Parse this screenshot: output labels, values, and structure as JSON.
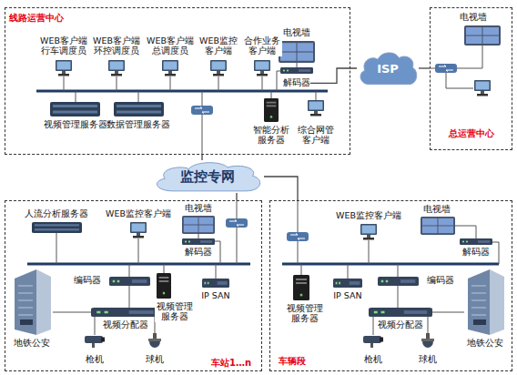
{
  "diagram": {
    "nodes": [
      {
        "text": [
          "线路运营中心"
        ]
      },
      {
        "text": [
          "WEB客户端 行车调度员"
        ],
        "in": 0
      },
      {
        "text": [
          "WEB客户端 环控调度员"
        ],
        "in": 0
      },
      {
        "text": [
          "WEB客户端 总调度员"
        ],
        "in": 0
      },
      {
        "text": [
          "WEB监控 客户端"
        ],
        "in": 0
      },
      {
        "text": [
          "合作业务 客户端"
        ],
        "in": 0
      },
      {
        "text": [
          "电视墙"
        ],
        "in": 0
      },
      {
        "text": [
          "解码器"
        ],
        "in": 0
      },
      {
        "text": [
          "视频管理服务器"
        ],
        "in": 0
      },
      {
        "text": [
          "数据管理服务器"
        ],
        "in": 0
      },
      {
        "text": [
          "智能分析 服务器"
        ],
        "in": 0
      },
      {
        "text": [
          "综合网管 客户端"
        ],
        "in": 0
      },
      {
        "text": [
          "ISP"
        ]
      },
      {
        "text": [
          "总运营中心"
        ]
      },
      {
        "text": [
          "电视墙"
        ],
        "in": 13
      },
      {
        "text": [
          "监控专网"
        ]
      },
      {
        "text": [
          "车站1…n"
        ]
      },
      {
        "text": [
          "人流分析服务器"
        ],
        "in": 16
      },
      {
        "text": [
          "WEB监控客户端"
        ],
        "in": 16
      },
      {
        "text": [
          "电视墙"
        ],
        "in": 16
      },
      {
        "text": [
          "解码器"
        ],
        "in": 16
      },
      {
        "text": [
          "编码器"
        ],
        "in": 16
      },
      {
        "text": [
          "视频管理 服务器"
        ],
        "in": 16
      },
      {
        "text": [
          "IP SAN"
        ],
        "in": 16
      },
      {
        "text": [
          "地铁公安"
        ],
        "in": 16
      },
      {
        "text": [
          "视频分配器"
        ],
        "in": 16
      },
      {
        "text": [
          "枪机"
        ],
        "in": 16
      },
      {
        "text": [
          "球机"
        ],
        "in": 16
      },
      {
        "text": [
          "车辆段"
        ]
      },
      {
        "text": [
          "WEB监控客户端"
        ],
        "in": 28
      },
      {
        "text": [
          "电视墙"
        ],
        "in": 28
      },
      {
        "text": [
          "解码器"
        ],
        "in": 28
      },
      {
        "text": [
          "视频管理 服务器"
        ],
        "in": 28
      },
      {
        "text": [
          "IP SAN"
        ],
        "in": 28
      },
      {
        "text": [
          "编码器"
        ],
        "in": 28
      },
      {
        "text": [
          "视频分配器"
        ],
        "in": 28
      },
      {
        "text": [
          "地铁公安"
        ],
        "in": 28
      },
      {
        "text": [
          "枪机"
        ],
        "in": 28
      },
      {
        "text": [
          "球机"
        ],
        "in": 28
      }
    ],
    "edges": [
      {
        "from": 7,
        "to": 12,
        "arrow": "none"
      },
      {
        "from": 12,
        "to": 13,
        "arrow": "none"
      },
      {
        "from": 0,
        "to": 15,
        "arrow": "none"
      },
      {
        "from": 15,
        "to": 16,
        "arrow": "none"
      },
      {
        "from": 15,
        "to": 28,
        "arrow": "none"
      }
    ]
  }
}
